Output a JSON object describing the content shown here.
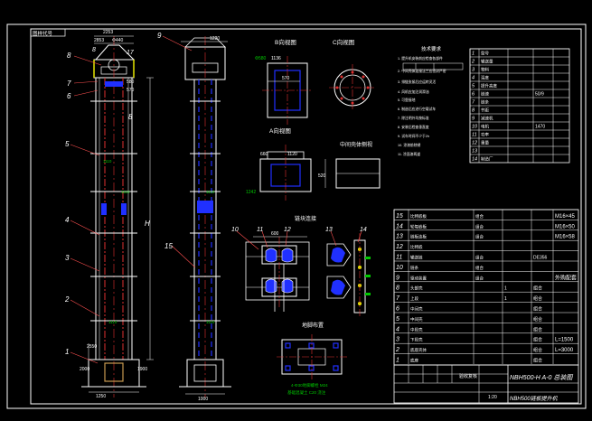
{
  "canvas": {
    "background": "#000000"
  },
  "colors": {
    "frame": "#ffffff",
    "outline": "#ffffff",
    "center": "#e03030",
    "dim": "#00c800",
    "fill": "#2030ff",
    "leader": "#ff5050",
    "text": "#ffffff",
    "cyan": "#00e5ff",
    "tan": "#c89a50",
    "yellow": "#e6e600"
  },
  "corner_tag": "图样代号",
  "elevator": {
    "part_numbers": [
      "8",
      "7",
      "6",
      "5",
      "4",
      "3",
      "2",
      "1"
    ],
    "top_dims": [
      "2253",
      "2853",
      "Φ440",
      "580",
      "570"
    ],
    "side_label": "H",
    "callouts": [
      "8",
      "17"
    ],
    "bottom_dims": [
      "1250",
      "2550",
      "2000",
      "1900"
    ]
  },
  "side_view": {
    "part_numbers": [
      "9",
      "15"
    ],
    "top_dim": "1220",
    "bottom_dim": "1000"
  },
  "views": {
    "b_view": {
      "title": "B向视图",
      "dims": [
        "570",
        "Φ580",
        "1136"
      ]
    },
    "c_view": {
      "title": "C向视图"
    },
    "a_view": {
      "title": "A向视图",
      "dims": [
        "660",
        "1120",
        "1242"
      ]
    },
    "section": {
      "title": "中间壳体侧视",
      "dims": [
        "520"
      ]
    },
    "chain_left": {
      "title": "链块连接",
      "part_numbers": [
        "10",
        "11",
        "12"
      ],
      "dim": "600"
    },
    "chain_right": {
      "part_numbers": [
        "13",
        "14"
      ]
    },
    "base": {
      "title": "地脚布置",
      "notes": [
        "4-Φ30地脚螺栓 M24",
        "基础混凝土 C20 浇注"
      ]
    }
  },
  "notes": {
    "title": "技术要求",
    "lines": [
      "1. 提升机安装前应检查各部件",
      "2. 中间壳体连接法兰应密封严密",
      "3. 排链张紧后应运转灵活",
      "4. 风机应加注润滑油",
      "5. 可靠接地",
      "6. 制造后应进行空载试车",
      "7. 除注明外均按标准",
      "8. 安装后检查垂直度",
      "9. 试车时间不少于2h",
      "10. 涂漆前除锈",
      "11. 涂面漆两道"
    ]
  },
  "spec_table": {
    "rows": [
      [
        "1",
        "型号",
        "",
        "",
        ""
      ],
      [
        "2",
        "输送量",
        "",
        "",
        ""
      ],
      [
        "3",
        "物料",
        "",
        "",
        ""
      ],
      [
        "4",
        "温度",
        "",
        "",
        ""
      ],
      [
        "5",
        "提升高度",
        "",
        "",
        ""
      ],
      [
        "6",
        "链速",
        "",
        "50/9",
        ""
      ],
      [
        "7",
        "链条",
        "",
        "",
        ""
      ],
      [
        "8",
        "节距",
        "",
        "",
        ""
      ],
      [
        "9",
        "减速机",
        "",
        "",
        ""
      ],
      [
        "10",
        "电机",
        "",
        "1470",
        ""
      ],
      [
        "11",
        "功率",
        "",
        "",
        ""
      ],
      [
        "12",
        "重量",
        "",
        "",
        ""
      ],
      [
        "13",
        "",
        "",
        "",
        ""
      ],
      [
        "14",
        "制造厂",
        "",
        "",
        ""
      ]
    ]
  },
  "bom": {
    "rows": [
      [
        "15",
        "比特嵌板",
        "组合",
        "",
        "",
        "M16×45"
      ],
      [
        "14",
        "轮每嵌板",
        "组合",
        "",
        "",
        "M16×50"
      ],
      [
        "13",
        "链板连板",
        "组合",
        "",
        "",
        "M16×58"
      ],
      [
        "12",
        "比特嵌",
        "",
        "",
        "",
        ""
      ],
      [
        "11",
        "输送链",
        "组合",
        "",
        "DE356",
        ""
      ],
      [
        "10",
        "链条",
        "组合",
        "",
        "",
        ""
      ],
      [
        "9",
        "驱动装置",
        "组合",
        "",
        "",
        "外购配套"
      ],
      [
        "8",
        "头部壳",
        "",
        "1",
        "组合",
        ""
      ],
      [
        "7",
        "上段",
        "",
        "1",
        "组合",
        ""
      ],
      [
        "6",
        "中间壳",
        "",
        "",
        "组合",
        ""
      ],
      [
        "5",
        "中间壳",
        "",
        "",
        "组合",
        ""
      ],
      [
        "4",
        "中段壳",
        "",
        "",
        "组合",
        ""
      ],
      [
        "3",
        "下段壳",
        "",
        "",
        "组合",
        "L=1500"
      ],
      [
        "2",
        "底座壳体",
        "",
        "",
        "组合",
        "L=3000"
      ],
      [
        "1",
        "底座",
        "",
        "",
        "组合",
        ""
      ]
    ],
    "header": [
      "序号",
      "代号",
      "名称",
      "数量",
      "材料",
      "备注"
    ]
  },
  "title_block": {
    "drawing_no": "NBH500-H A-0 总装图",
    "name": "NBH500链板提升机",
    "scale": "1:20",
    "label": "验收复核"
  }
}
